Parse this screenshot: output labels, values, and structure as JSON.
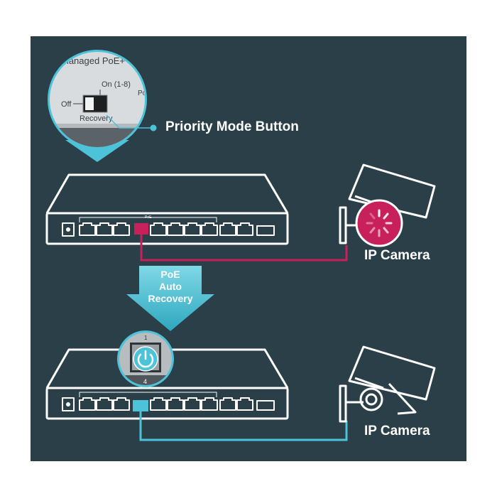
{
  "colors": {
    "background": "#2a3f47",
    "outline": "#ffffff",
    "accent_magenta": "#c8205a",
    "accent_cyan": "#4cc3d9",
    "arrow_top": "#7fd8e6",
    "arrow_bottom": "#2ea7bf"
  },
  "callout": {
    "device_text": "managed PoE+ S",
    "switch_on": "On (1-8)",
    "switch_off": "Off",
    "switch_recovery": "Recovery",
    "side_text": "Po",
    "label": "Priority Mode Button"
  },
  "switch_top": {
    "panel_label": "PoE"
  },
  "arrow": {
    "line1": "PoE",
    "line2": "Auto",
    "line3": "Recovery"
  },
  "switch_bottom": {
    "badge_port_top": "1",
    "badge_port_bottom": "4"
  },
  "cameras": {
    "top_label": "IP Camera",
    "bottom_label": "IP Camera",
    "top_status": "loading-spinner-icon",
    "bottom_status": "normal"
  }
}
